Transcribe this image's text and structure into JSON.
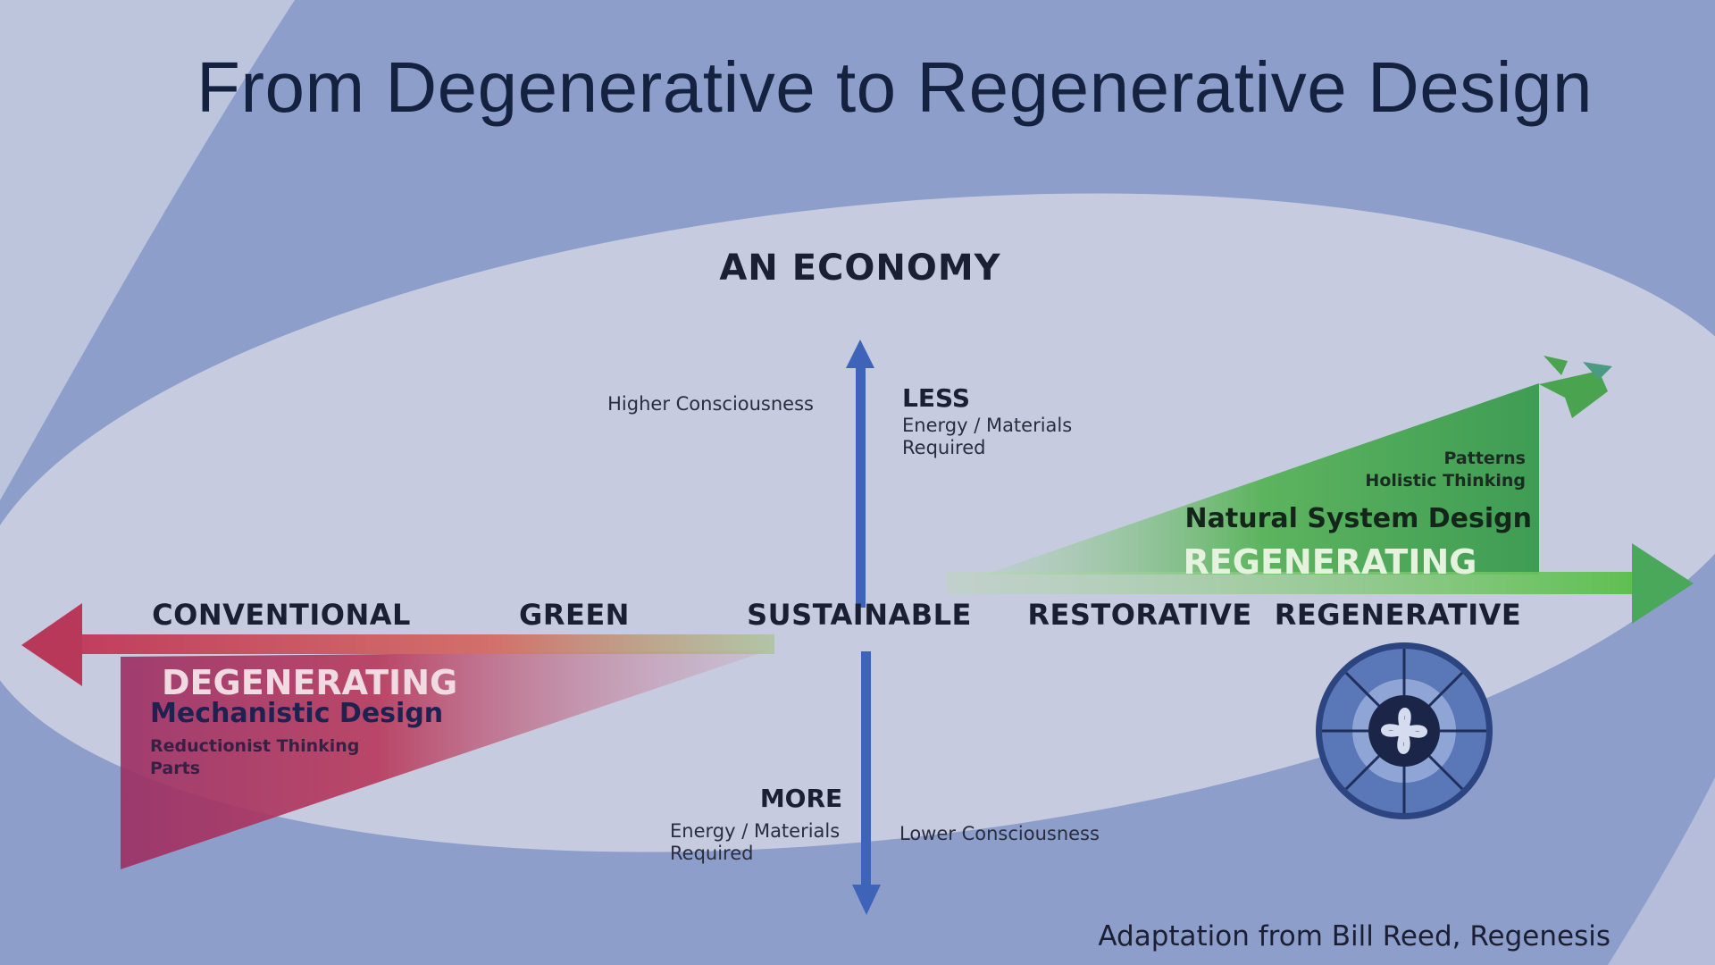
{
  "title": "From Degenerative to Regenerative Design",
  "diagram": {
    "heading": "AN ECONOMY",
    "stages": [
      "CONVENTIONAL",
      "GREEN",
      "SUSTAINABLE",
      "RESTORATIVE",
      "REGENERATIVE"
    ],
    "up_axis": {
      "left_label": "Higher Consciousness",
      "title": "LESS",
      "line1": "Energy / Materials",
      "line2": "Required"
    },
    "down_axis": {
      "right_label": "Lower Consciousness",
      "title": "MORE",
      "line1": "Energy / Materials",
      "line2": "Required"
    },
    "degenerating": {
      "banner": "DEGENERATING",
      "title": "Mechanistic Design",
      "line1": "Reductionist Thinking",
      "line2": "Parts",
      "color": "#b5355f"
    },
    "regenerating": {
      "banner": "REGENERATING",
      "title": "Natural System Design",
      "line1": "Patterns",
      "line2": "Holistic Thinking",
      "color": "#4fa84f"
    }
  },
  "credit": "Adaptation from Bill Reed, Regenesis"
}
